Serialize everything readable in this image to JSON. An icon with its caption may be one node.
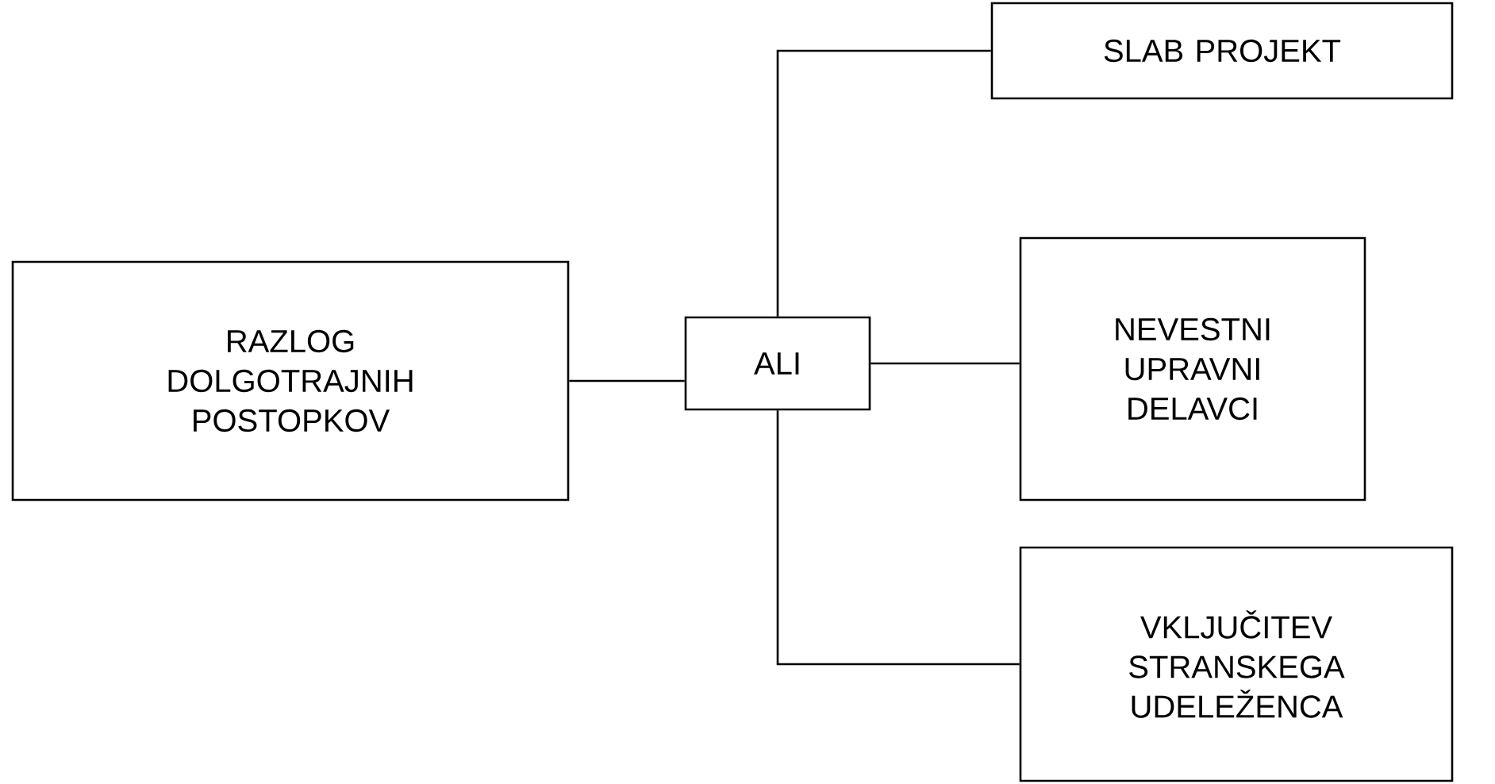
{
  "diagram": {
    "nodes": [
      {
        "text": [
          "RAZLOG DOLGOTRAJNIH POSTOPKOV"
        ]
      },
      {
        "text": [
          "ALI"
        ]
      },
      {
        "text": [
          "SLAB PROJEKT"
        ]
      },
      {
        "text": [
          "NEVESTNI UPRAVNI DELAVCI"
        ]
      },
      {
        "text": [
          "VKLJUČITEV STRANSKEGA UDELEŽENCA"
        ]
      }
    ],
    "edges": [
      {
        "from": 0,
        "to": 1,
        "arrow": "none"
      },
      {
        "from": 1,
        "to": 2,
        "arrow": "none"
      },
      {
        "from": 1,
        "to": 3,
        "arrow": "none"
      },
      {
        "from": 1,
        "to": 4,
        "arrow": "none"
      }
    ]
  }
}
